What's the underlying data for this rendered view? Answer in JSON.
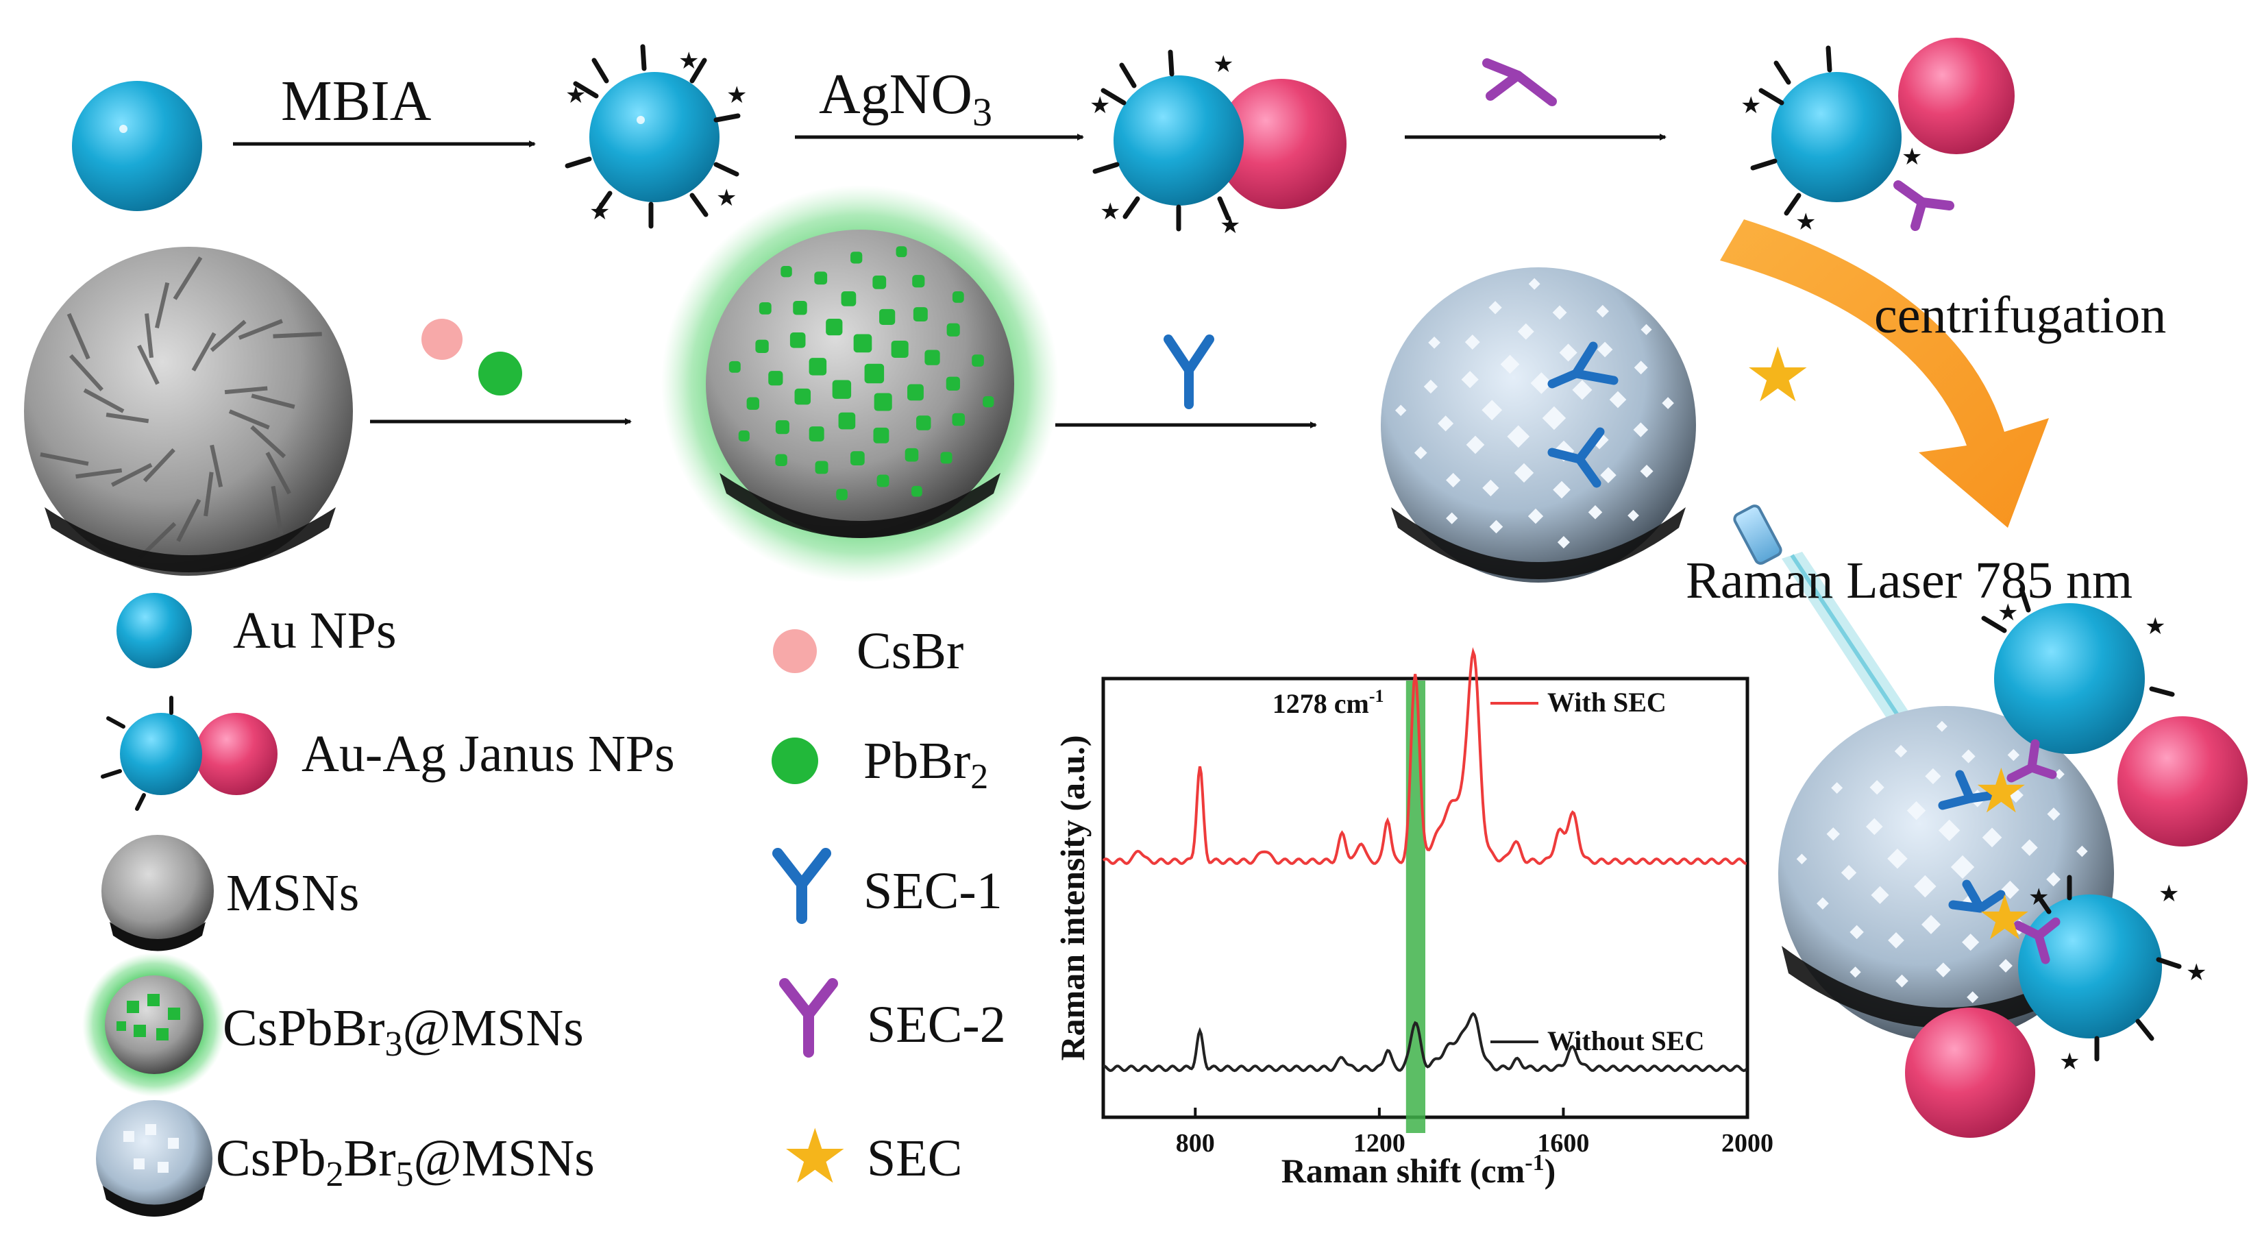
{
  "top_row": {
    "step1": "MBIA",
    "step2": "AgNO",
    "step2_sub": "3"
  },
  "middle_row": {
    "centrifugation": "centrifugation",
    "laser": "Raman Laser 785 nm"
  },
  "legend": {
    "au_nps": "Au NPs",
    "janus": "Au-Ag Janus NPs",
    "msns": "MSNs",
    "cspbbr3_a": "CsPbBr",
    "cspbbr3_sub": "3",
    "cspbbr3_b": "@MSNs",
    "cspb2br5_a": "CsPb",
    "cspb2br5_sub1": "2",
    "cspb2br5_b": "Br",
    "cspb2br5_sub2": "5",
    "cspb2br5_c": "@MSNs",
    "csbr": "CsBr",
    "pbbr2_a": "PbBr",
    "pbbr2_sub": "2",
    "sec1": "SEC-1",
    "sec2": "SEC-2",
    "sec": "SEC"
  },
  "colors": {
    "au": "#1aa9d6",
    "ag": "#e84374",
    "csbr": "#f7a9a9",
    "pbbr2": "#22b83a",
    "sec1": "#1f6fc0",
    "sec2": "#9a3fb0",
    "sec": "#f5b51b",
    "arrow": "#f7931e",
    "with_sec": "#ee3b3b",
    "without_sec": "#222222"
  },
  "chart_data": {
    "type": "line",
    "xlabel": "Raman shift (cm",
    "xlabel_sup": "-1",
    "xlabel_end": ")",
    "ylabel": "Raman intensity (a.u.)",
    "xlim": [
      600,
      2000
    ],
    "xticks": [
      "800",
      "1200",
      "1600",
      "2000"
    ],
    "xtick_values": [
      800,
      1200,
      1600,
      2000
    ],
    "highlight_band": [
      1258,
      1300
    ],
    "annotation": "1278 cm",
    "annotation_sup": "-1",
    "series": [
      {
        "name": "With SEC",
        "offset": 0.55,
        "peaks": [
          [
            678,
            0.03,
            8
          ],
          [
            810,
            0.24,
            7
          ],
          [
            950,
            0.03,
            10
          ],
          [
            1120,
            0.07,
            8
          ],
          [
            1160,
            0.05,
            8
          ],
          [
            1218,
            0.11,
            7
          ],
          [
            1278,
            0.48,
            9
          ],
          [
            1370,
            0.16,
            35
          ],
          [
            1405,
            0.44,
            12
          ],
          [
            1495,
            0.05,
            10
          ],
          [
            1590,
            0.07,
            10
          ],
          [
            1620,
            0.12,
            12
          ]
        ]
      },
      {
        "name": "Without SEC",
        "offset": 0.02,
        "peaks": [
          [
            810,
            0.09,
            7
          ],
          [
            1120,
            0.03,
            8
          ],
          [
            1218,
            0.05,
            7
          ],
          [
            1278,
            0.12,
            10
          ],
          [
            1370,
            0.07,
            30
          ],
          [
            1405,
            0.1,
            14
          ],
          [
            1500,
            0.02,
            10
          ],
          [
            1620,
            0.05,
            12
          ]
        ]
      }
    ]
  }
}
